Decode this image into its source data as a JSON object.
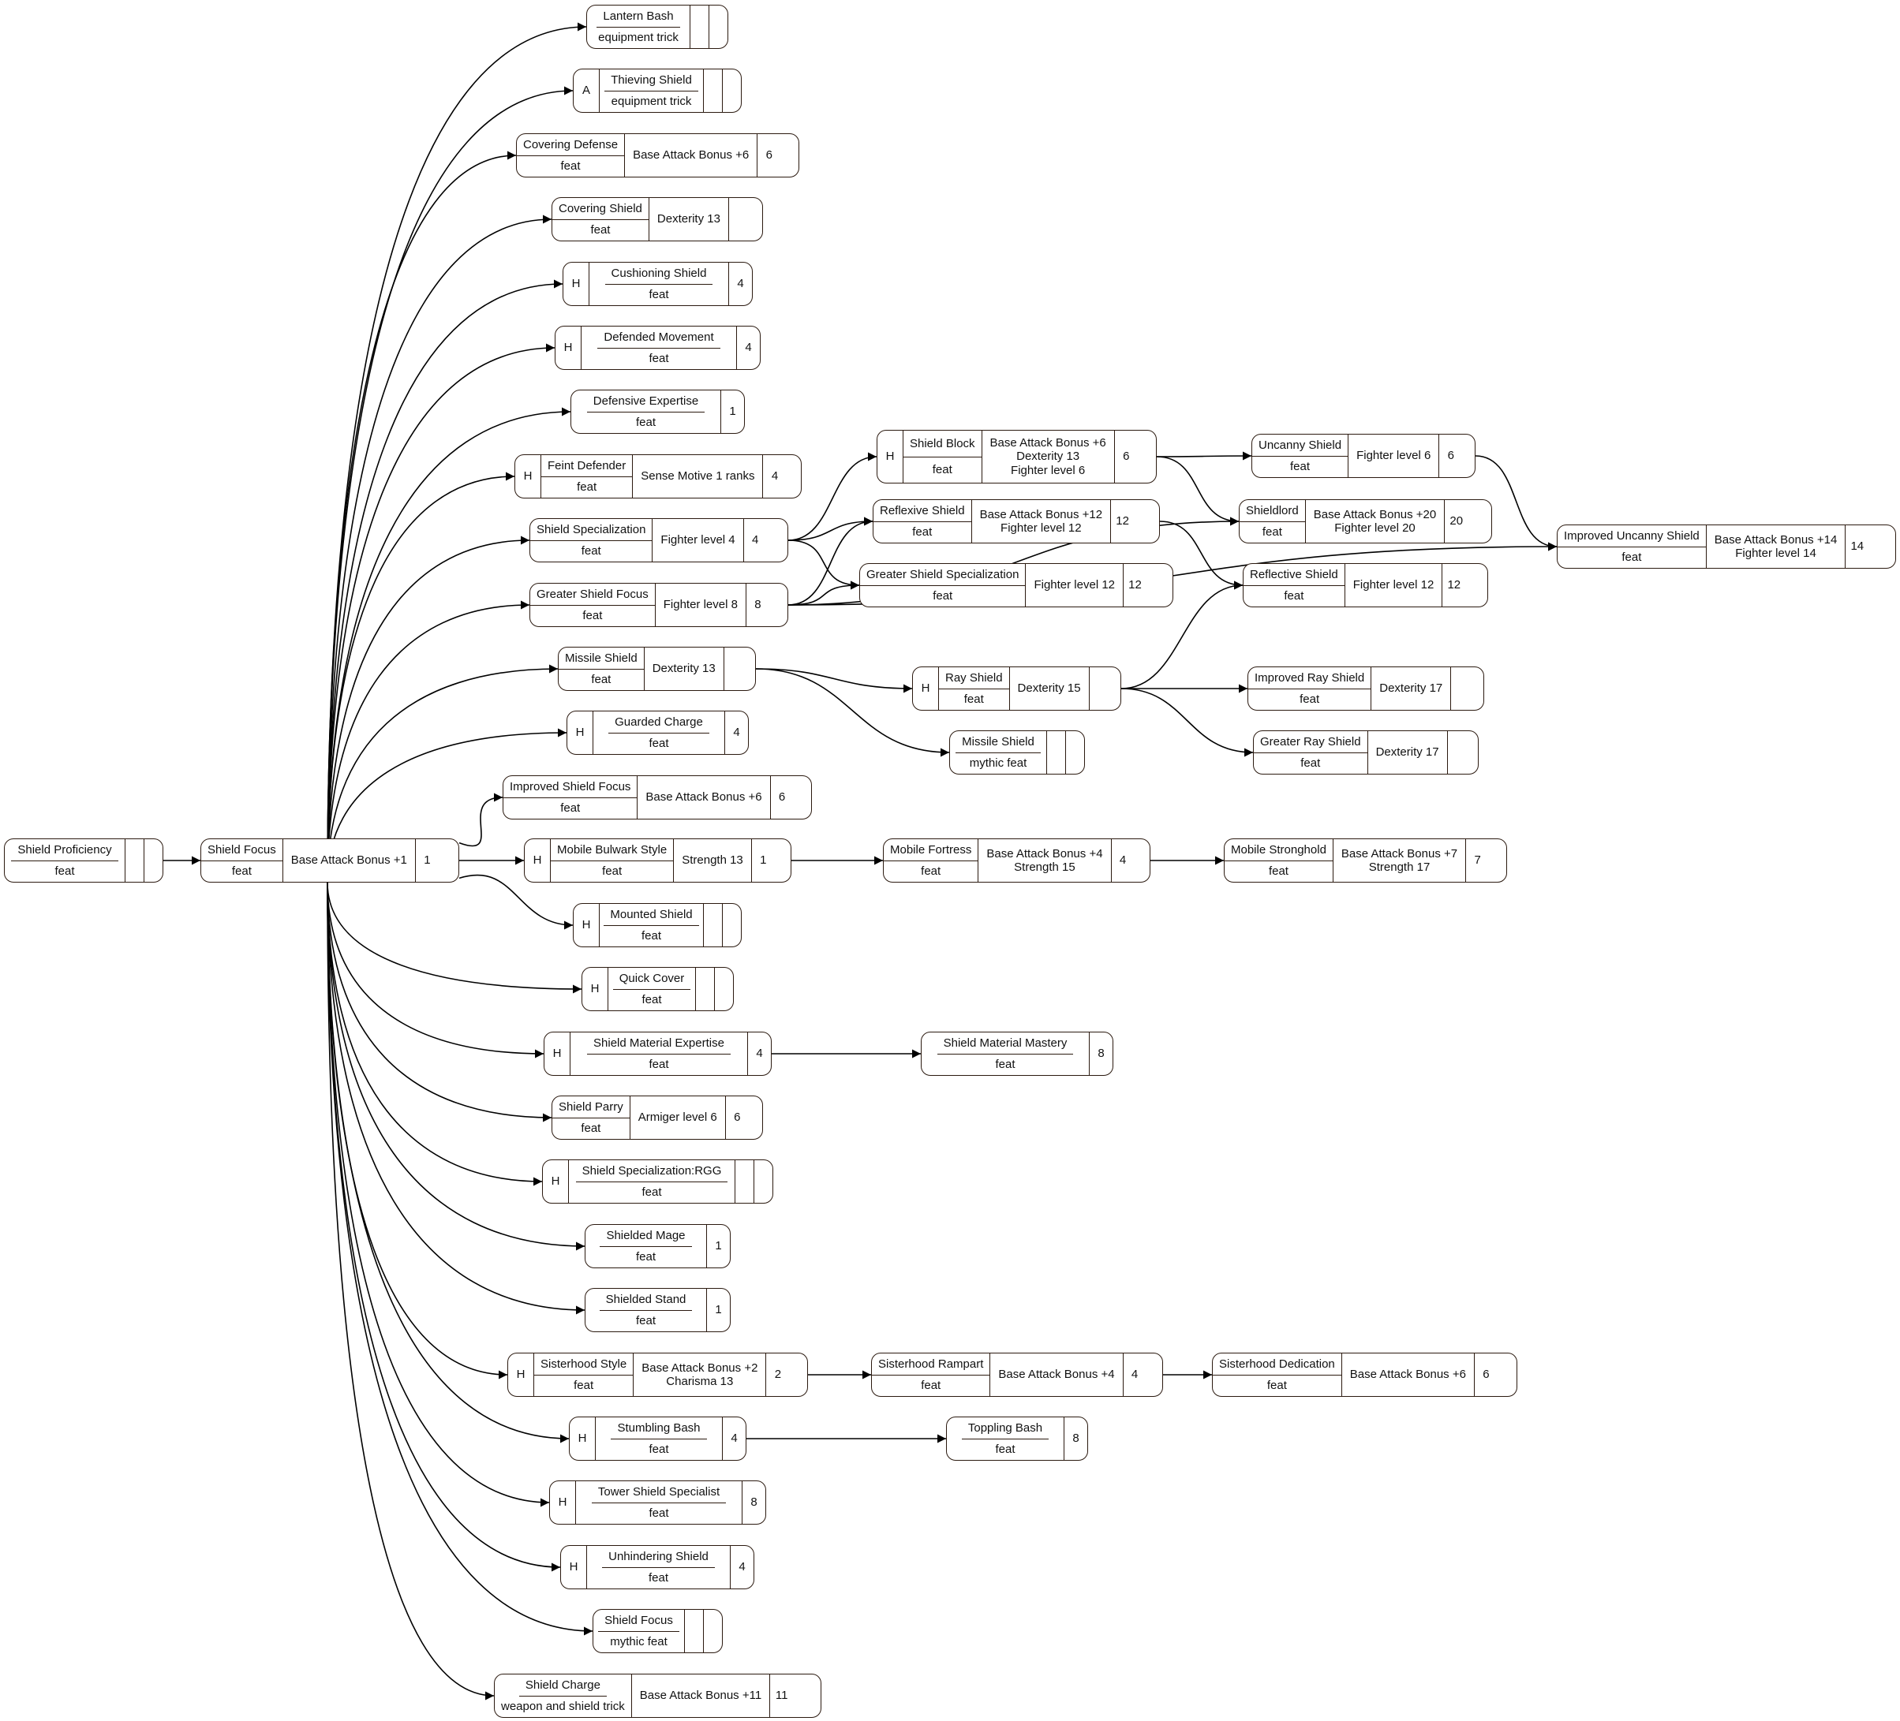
{
  "nodes": [
    {
      "id": "shield_proficiency",
      "tag": "",
      "name": "Shield Proficiency",
      "type": "feat",
      "req": "",
      "level": ""
    },
    {
      "id": "shield_focus",
      "tag": "",
      "name": "Shield Focus",
      "type": "feat",
      "req": "Base Attack Bonus +1",
      "level": "1"
    },
    {
      "id": "lantern_bash",
      "tag": "",
      "name": "Lantern Bash",
      "type": "equipment trick",
      "req": "",
      "level": ""
    },
    {
      "id": "thieving_shield",
      "tag": "A",
      "name": "Thieving Shield",
      "type": "equipment trick",
      "req": "",
      "level": ""
    },
    {
      "id": "covering_defense",
      "tag": "",
      "name": "Covering Defense",
      "type": "feat",
      "req": "Base Attack Bonus +6",
      "level": "6"
    },
    {
      "id": "covering_shield",
      "tag": "",
      "name": "Covering Shield",
      "type": "feat",
      "req": "Dexterity 13",
      "level": ""
    },
    {
      "id": "cushioning_shield",
      "tag": "H",
      "name": "Cushioning Shield",
      "type": "feat",
      "req": "",
      "level": "4"
    },
    {
      "id": "defended_movement",
      "tag": "H",
      "name": "Defended Movement",
      "type": "feat",
      "req": "",
      "level": "4"
    },
    {
      "id": "defensive_expertise",
      "tag": "",
      "name": "Defensive Expertise",
      "type": "feat",
      "req": "",
      "level": "1"
    },
    {
      "id": "feint_defender",
      "tag": "H",
      "name": "Feint Defender",
      "type": "feat",
      "req": "Sense Motive 1 ranks",
      "level": "4"
    },
    {
      "id": "shield_specialization",
      "tag": "",
      "name": "Shield Specialization",
      "type": "feat",
      "req": "Fighter level 4",
      "level": "4"
    },
    {
      "id": "greater_shield_focus",
      "tag": "",
      "name": "Greater Shield Focus",
      "type": "feat",
      "req": "Fighter level 8",
      "level": "8"
    },
    {
      "id": "missile_shield",
      "tag": "",
      "name": "Missile Shield",
      "type": "feat",
      "req": "Dexterity 13",
      "level": ""
    },
    {
      "id": "guarded_charge",
      "tag": "H",
      "name": "Guarded Charge",
      "type": "feat",
      "req": "",
      "level": "4"
    },
    {
      "id": "improved_shield_focus",
      "tag": "",
      "name": "Improved Shield Focus",
      "type": "feat",
      "req": "Base Attack Bonus +6",
      "level": "6"
    },
    {
      "id": "mobile_bulwark_style",
      "tag": "H",
      "name": "Mobile Bulwark Style",
      "type": "feat",
      "req": "Strength 13",
      "level": "1"
    },
    {
      "id": "mounted_shield",
      "tag": "H",
      "name": "Mounted Shield",
      "type": "feat",
      "req": "",
      "level": ""
    },
    {
      "id": "quick_cover",
      "tag": "H",
      "name": "Quick Cover",
      "type": "feat",
      "req": "",
      "level": ""
    },
    {
      "id": "shield_material_expertise",
      "tag": "H",
      "name": "Shield Material Expertise",
      "type": "feat",
      "req": "",
      "level": "4"
    },
    {
      "id": "shield_parry",
      "tag": "",
      "name": "Shield Parry",
      "type": "feat",
      "req": "Armiger level 6",
      "level": "6"
    },
    {
      "id": "shield_specialization_rgg",
      "tag": "H",
      "name": "Shield Specialization:RGG",
      "type": "feat",
      "req": "",
      "level": ""
    },
    {
      "id": "shielded_mage",
      "tag": "",
      "name": "Shielded Mage",
      "type": "feat",
      "req": "",
      "level": "1"
    },
    {
      "id": "shielded_stand",
      "tag": "",
      "name": "Shielded Stand",
      "type": "feat",
      "req": "",
      "level": "1"
    },
    {
      "id": "sisterhood_style",
      "tag": "H",
      "name": "Sisterhood Style",
      "type": "feat",
      "req": "Base Attack Bonus +2\nCharisma 13",
      "level": "2"
    },
    {
      "id": "stumbling_bash",
      "tag": "H",
      "name": "Stumbling Bash",
      "type": "feat",
      "req": "",
      "level": "4"
    },
    {
      "id": "tower_shield_specialist",
      "tag": "H",
      "name": "Tower Shield Specialist",
      "type": "feat",
      "req": "",
      "level": "8"
    },
    {
      "id": "unhindering_shield",
      "tag": "H",
      "name": "Unhindering Shield",
      "type": "feat",
      "req": "",
      "level": "4"
    },
    {
      "id": "shield_focus_mythic",
      "tag": "",
      "name": "Shield Focus",
      "type": "mythic feat",
      "req": "",
      "level": ""
    },
    {
      "id": "shield_charge",
      "tag": "",
      "name": "Shield Charge",
      "type": "weapon and shield trick",
      "req": "Base Attack Bonus +11",
      "level": "11"
    },
    {
      "id": "shield_block",
      "tag": "H",
      "name": "Shield Block",
      "type": "feat",
      "req": "Base Attack Bonus +6\nDexterity 13\nFighter level 6",
      "level": "6"
    },
    {
      "id": "reflexive_shield",
      "tag": "",
      "name": "Reflexive Shield",
      "type": "feat",
      "req": "Base Attack Bonus +12\nFighter level 12",
      "level": "12"
    },
    {
      "id": "greater_shield_specialization",
      "tag": "",
      "name": "Greater Shield Specialization",
      "type": "feat",
      "req": "Fighter level 12",
      "level": "12"
    },
    {
      "id": "ray_shield",
      "tag": "H",
      "name": "Ray Shield",
      "type": "feat",
      "req": "Dexterity 15",
      "level": ""
    },
    {
      "id": "missile_shield_mythic",
      "tag": "",
      "name": "Missile Shield",
      "type": "mythic feat",
      "req": "",
      "level": ""
    },
    {
      "id": "mobile_fortress",
      "tag": "",
      "name": "Mobile Fortress",
      "type": "feat",
      "req": "Base Attack Bonus +4\nStrength 15",
      "level": "4"
    },
    {
      "id": "shield_material_mastery",
      "tag": "",
      "name": "Shield Material Mastery",
      "type": "feat",
      "req": "",
      "level": "8"
    },
    {
      "id": "sisterhood_rampart",
      "tag": "",
      "name": "Sisterhood Rampart",
      "type": "feat",
      "req": "Base Attack Bonus +4",
      "level": "4"
    },
    {
      "id": "toppling_bash",
      "tag": "",
      "name": "Toppling Bash",
      "type": "feat",
      "req": "",
      "level": "8"
    },
    {
      "id": "uncanny_shield",
      "tag": "",
      "name": "Uncanny Shield",
      "type": "feat",
      "req": "Fighter level 6",
      "level": "6"
    },
    {
      "id": "shieldlord",
      "tag": "",
      "name": "Shieldlord",
      "type": "feat",
      "req": "Base Attack Bonus +20\nFighter level 20",
      "level": "20"
    },
    {
      "id": "reflective_shield",
      "tag": "",
      "name": "Reflective Shield",
      "type": "feat",
      "req": "Fighter level 12",
      "level": "12"
    },
    {
      "id": "improved_ray_shield",
      "tag": "",
      "name": "Improved Ray Shield",
      "type": "feat",
      "req": "Dexterity 17",
      "level": ""
    },
    {
      "id": "greater_ray_shield",
      "tag": "",
      "name": "Greater Ray Shield",
      "type": "feat",
      "req": "Dexterity 17",
      "level": ""
    },
    {
      "id": "mobile_stronghold",
      "tag": "",
      "name": "Mobile Stronghold",
      "type": "feat",
      "req": "Base Attack Bonus +7\nStrength 17",
      "level": "7"
    },
    {
      "id": "sisterhood_dedication",
      "tag": "",
      "name": "Sisterhood Dedication",
      "type": "feat",
      "req": "Base Attack Bonus +6",
      "level": "6"
    },
    {
      "id": "improved_uncanny_shield",
      "tag": "",
      "name": "Improved Uncanny Shield",
      "type": "feat",
      "req": "Base Attack Bonus +14\nFighter level 14",
      "level": "14"
    }
  ],
  "edges": [
    [
      "shield_proficiency",
      "shield_focus"
    ],
    [
      "shield_focus",
      "lantern_bash"
    ],
    [
      "shield_focus",
      "thieving_shield"
    ],
    [
      "shield_focus",
      "covering_defense"
    ],
    [
      "shield_focus",
      "covering_shield"
    ],
    [
      "shield_focus",
      "cushioning_shield"
    ],
    [
      "shield_focus",
      "defended_movement"
    ],
    [
      "shield_focus",
      "defensive_expertise"
    ],
    [
      "shield_focus",
      "feint_defender"
    ],
    [
      "shield_focus",
      "shield_specialization"
    ],
    [
      "shield_focus",
      "greater_shield_focus"
    ],
    [
      "shield_focus",
      "missile_shield"
    ],
    [
      "shield_focus",
      "guarded_charge"
    ],
    [
      "shield_focus",
      "improved_shield_focus"
    ],
    [
      "shield_focus",
      "mobile_bulwark_style"
    ],
    [
      "shield_focus",
      "mounted_shield"
    ],
    [
      "shield_focus",
      "quick_cover"
    ],
    [
      "shield_focus",
      "shield_material_expertise"
    ],
    [
      "shield_focus",
      "shield_parry"
    ],
    [
      "shield_focus",
      "shield_specialization_rgg"
    ],
    [
      "shield_focus",
      "shielded_mage"
    ],
    [
      "shield_focus",
      "shielded_stand"
    ],
    [
      "shield_focus",
      "sisterhood_style"
    ],
    [
      "shield_focus",
      "stumbling_bash"
    ],
    [
      "shield_focus",
      "tower_shield_specialist"
    ],
    [
      "shield_focus",
      "unhindering_shield"
    ],
    [
      "shield_focus",
      "shield_focus_mythic"
    ],
    [
      "shield_focus",
      "shield_charge"
    ],
    [
      "shield_specialization",
      "shield_block"
    ],
    [
      "shield_specialization",
      "reflexive_shield"
    ],
    [
      "shield_specialization",
      "greater_shield_specialization"
    ],
    [
      "greater_shield_focus",
      "reflexive_shield"
    ],
    [
      "greater_shield_focus",
      "greater_shield_specialization"
    ],
    [
      "greater_shield_focus",
      "shieldlord"
    ],
    [
      "greater_shield_focus",
      "improved_uncanny_shield"
    ],
    [
      "shield_block",
      "uncanny_shield"
    ],
    [
      "shield_block",
      "shieldlord"
    ],
    [
      "reflexive_shield",
      "reflective_shield"
    ],
    [
      "uncanny_shield",
      "improved_uncanny_shield"
    ],
    [
      "missile_shield",
      "ray_shield"
    ],
    [
      "missile_shield",
      "missile_shield_mythic"
    ],
    [
      "ray_shield",
      "reflective_shield"
    ],
    [
      "ray_shield",
      "improved_ray_shield"
    ],
    [
      "ray_shield",
      "greater_ray_shield"
    ],
    [
      "mobile_bulwark_style",
      "mobile_fortress"
    ],
    [
      "mobile_fortress",
      "mobile_stronghold"
    ],
    [
      "shield_material_expertise",
      "shield_material_mastery"
    ],
    [
      "sisterhood_style",
      "sisterhood_rampart"
    ],
    [
      "sisterhood_rampart",
      "sisterhood_dedication"
    ],
    [
      "stumbling_bash",
      "toppling_bash"
    ]
  ]
}
